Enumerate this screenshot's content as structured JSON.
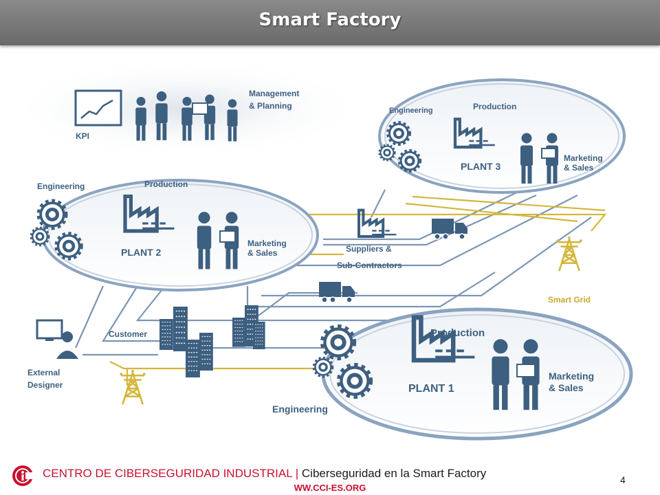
{
  "slide": {
    "title": "Smart Factory",
    "page_number": "4"
  },
  "diagram": {
    "management": {
      "kpi_label": "KPI",
      "title_line1": "Management",
      "title_line2": "& Planning"
    },
    "plant3": {
      "engineering": "Engineering",
      "production": "Production",
      "name": "PLANT 3",
      "marketing_line1": "Marketing",
      "marketing_line2": "& Sales"
    },
    "plant2": {
      "engineering": "Engineering",
      "production": "Production",
      "name": "PLANT 2",
      "marketing_line1": "Marketing",
      "marketing_line2": "& Sales"
    },
    "plant1": {
      "engineering": "Engineering",
      "production": "Production",
      "name": "PLANT 1",
      "marketing_line1": "Marketing",
      "marketing_line2": "& Sales"
    },
    "suppliers_line1": "Suppliers &",
    "suppliers_line2": "Sub-Contractors",
    "smart_grid": "Smart Grid",
    "customer": "Customer",
    "designer_line1": "External",
    "designer_line2": "Designer"
  },
  "footer": {
    "org": "CENTRO DE CIBERSEGURIDAD INDUSTRIAL",
    "separator": " | ",
    "subtitle": "Ciberseguridad en la Smart Factory",
    "url": "WW.CCI-ES.ORG"
  },
  "colors": {
    "title_bar": "#7a7a7a",
    "diagram_blue": "#3d5f80",
    "line_blue": "#7b95b4",
    "line_yellow": "#d4b73c",
    "brand_red": "#c8102e"
  }
}
